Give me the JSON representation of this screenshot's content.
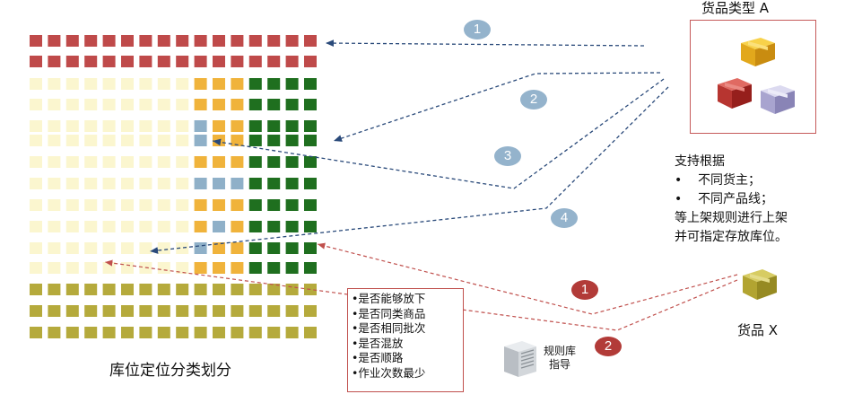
{
  "title_goods_a": "货品类型 A",
  "support": {
    "heading": "支持根据",
    "items": [
      "不同货主；",
      "不同产品线；"
    ],
    "tail": [
      "等上架规则进行上架",
      "并可指定存放库位。"
    ]
  },
  "grid_caption": "库位定位分类划分",
  "goods_x_label": "货品 X",
  "criteria": [
    "•是否能够放下",
    "•是否同类商品",
    "•是否相同批次",
    "•是否混放",
    "•是否顺路",
    "•作业次数最少"
  ],
  "server_label": [
    "规则库",
    "指导"
  ],
  "badges": {
    "blue": [
      "1",
      "2",
      "3",
      "4"
    ],
    "red": [
      "1",
      "2"
    ]
  },
  "colors": {
    "red": "#bf4a4a",
    "pale_yellow": "#fbf6cf",
    "orange": "#f0b33b",
    "blue_gray": "#8fb0c8",
    "green": "#1f6f1f",
    "olive": "#b5aa3c",
    "blue_arrow": "#2a4a7a",
    "red_arrow": "#c0504d"
  }
}
